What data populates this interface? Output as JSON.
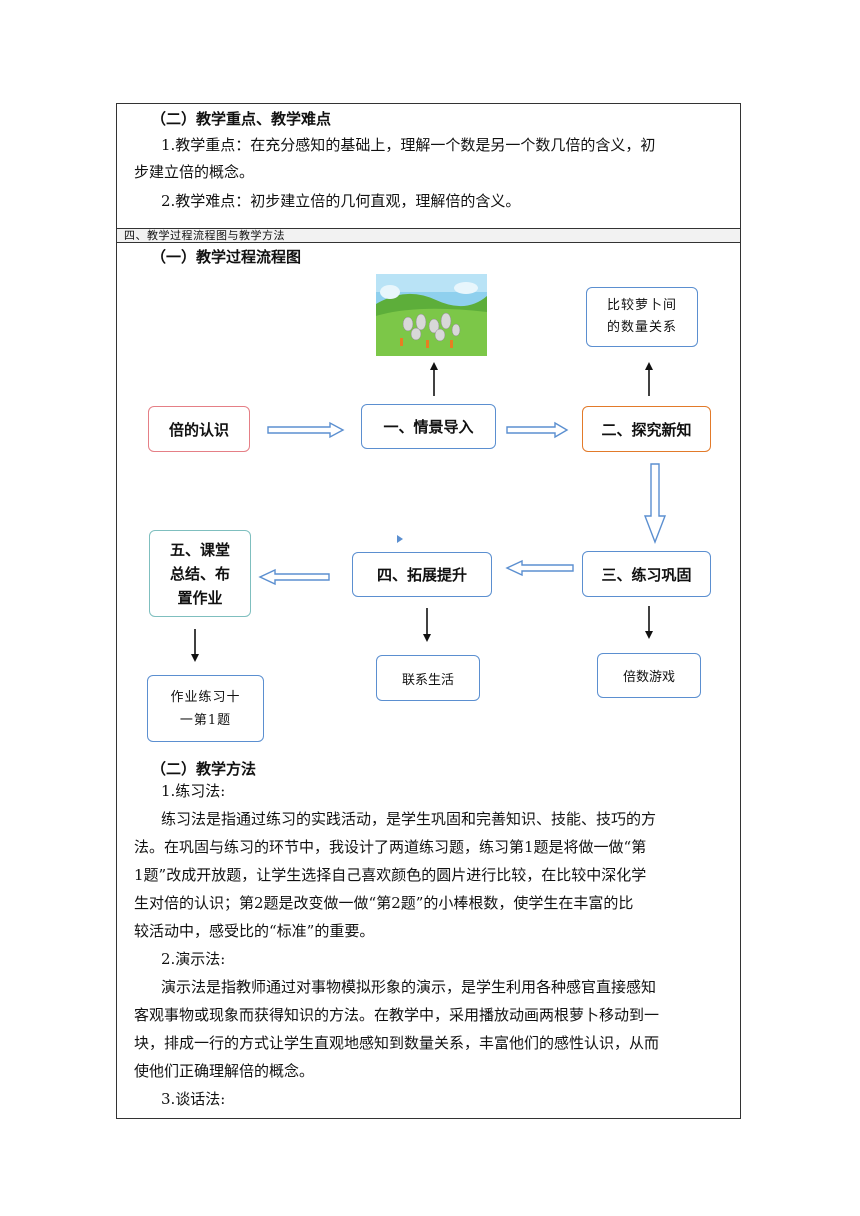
{
  "section2": {
    "heading": "（二）教学重点、教学难点",
    "p1_line1": "1.教学重点：在充分感知的基础上，理解一个数是另一个数几倍的含义，初",
    "p1_line2": "步建立倍的概念。",
    "p2": "2.教学难点：初步建立倍的几何直观，理解倍的含义。"
  },
  "section4_title": "四、教学过程流程图与教学方法",
  "flowchart": {
    "heading": "（一）教学过程流程图",
    "nodes": {
      "start": "倍的认识",
      "step1": "一、情景导入",
      "step2": "二、探究新知",
      "step3": "三、练习巩固",
      "step4": "四、拓展提升",
      "step5_line1": "五、课堂",
      "step5_line2": "总结、布",
      "step5_line3": "置作业",
      "compare_line1": "比较萝卜间",
      "compare_line2": "的数量关系",
      "game": "倍数游戏",
      "life": "联系生活",
      "homework_line1": "作业练习十",
      "homework_line2": "一第1题"
    },
    "colors": {
      "box_border": "#5b8fd0",
      "start_border": "#e57f86",
      "step2_border": "#e27a2a",
      "step5_border": "#7fbfbf"
    }
  },
  "methods": {
    "heading": "（二）教学方法",
    "m1_title": "1.练习法:",
    "m1_lines": [
      "练习法是指通过练习的实践活动，是学生巩固和完善知识、技能、技巧的方",
      "法。在巩固与练习的环节中，我设计了两道练习题，练习第1题是将做一做“第",
      "1题”改成开放题，让学生选择自己喜欢颜色的圆片进行比较，在比较中深化学",
      "生对倍的认识；第2题是改变做一做“第2题”的小棒根数，使学生在丰富的比",
      "较活动中，感受比的“标准”的重要。"
    ],
    "m2_title": "2.演示法:",
    "m2_lines": [
      "演示法是指教师通过对事物模拟形象的演示，是学生利用各种感官直接感知",
      "客观事物或现象而获得知识的方法。在教学中，采用播放动画两根萝卜移动到一",
      "块，排成一行的方式让学生直观地感知到数量关系，丰富他们的感性认识，从而",
      "使他们正确理解倍的概念。"
    ],
    "m3_title": "3.谈话法:"
  }
}
